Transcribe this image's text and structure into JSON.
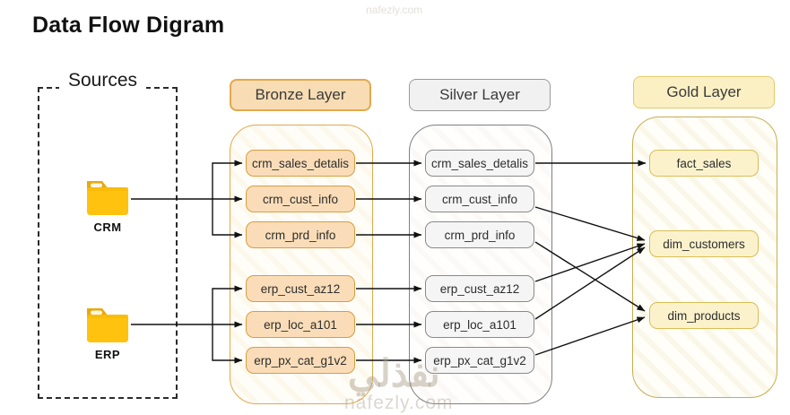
{
  "title": "Data Flow Digram",
  "watermarks": {
    "top": "nafezly.com",
    "bottom_arabic": "نفذلي",
    "bottom_site": "nafezly.com"
  },
  "sources": {
    "label": "Sources",
    "items": [
      {
        "label": "CRM",
        "icon": "folder-icon"
      },
      {
        "label": "ERP",
        "icon": "folder-icon"
      }
    ]
  },
  "layers": {
    "bronze": {
      "label": "Bronze Layer",
      "accent": "#E1A94E",
      "node_fill": "#FADDB8",
      "tables": [
        "crm_sales_detalis",
        "crm_cust_info",
        "crm_prd_info",
        "erp_cust_az12",
        "erp_loc_a101",
        "erp_px_cat_g1v2"
      ]
    },
    "silver": {
      "label": "Silver Layer",
      "accent": "#8A8A8A",
      "node_fill": "#F5F5F5",
      "tables": [
        "crm_sales_detalis",
        "crm_cust_info",
        "crm_prd_info",
        "erp_cust_az12",
        "erp_loc_a101",
        "erp_px_cat_g1v2"
      ]
    },
    "gold": {
      "label": "Gold Layer",
      "accent": "#D8BE56",
      "node_fill": "#FBF2CC",
      "tables": [
        "fact_sales",
        "dim_customers",
        "dim_products"
      ]
    }
  },
  "connections": [
    {
      "from": "CRM",
      "to": "bronze.crm_sales_detalis"
    },
    {
      "from": "CRM",
      "to": "bronze.crm_cust_info"
    },
    {
      "from": "CRM",
      "to": "bronze.crm_prd_info"
    },
    {
      "from": "ERP",
      "to": "bronze.erp_cust_az12"
    },
    {
      "from": "ERP",
      "to": "bronze.erp_loc_a101"
    },
    {
      "from": "ERP",
      "to": "bronze.erp_px_cat_g1v2"
    },
    {
      "from": "bronze.crm_sales_detalis",
      "to": "silver.crm_sales_detalis"
    },
    {
      "from": "bronze.crm_cust_info",
      "to": "silver.crm_cust_info"
    },
    {
      "from": "bronze.crm_prd_info",
      "to": "silver.crm_prd_info"
    },
    {
      "from": "bronze.erp_cust_az12",
      "to": "silver.erp_cust_az12"
    },
    {
      "from": "bronze.erp_loc_a101",
      "to": "silver.erp_loc_a101"
    },
    {
      "from": "bronze.erp_px_cat_g1v2",
      "to": "silver.erp_px_cat_g1v2"
    },
    {
      "from": "silver.crm_sales_detalis",
      "to": "gold.fact_sales"
    },
    {
      "from": "silver.crm_cust_info",
      "to": "gold.dim_customers"
    },
    {
      "from": "silver.crm_prd_info",
      "to": "gold.dim_products"
    },
    {
      "from": "silver.erp_cust_az12",
      "to": "gold.dim_customers"
    },
    {
      "from": "silver.erp_loc_a101",
      "to": "gold.dim_customers"
    },
    {
      "from": "silver.erp_px_cat_g1v2",
      "to": "gold.dim_products"
    }
  ],
  "colors": {
    "arrow": "#111111",
    "folder": "#FFC20E",
    "folder_tab": "#E8A90B"
  }
}
